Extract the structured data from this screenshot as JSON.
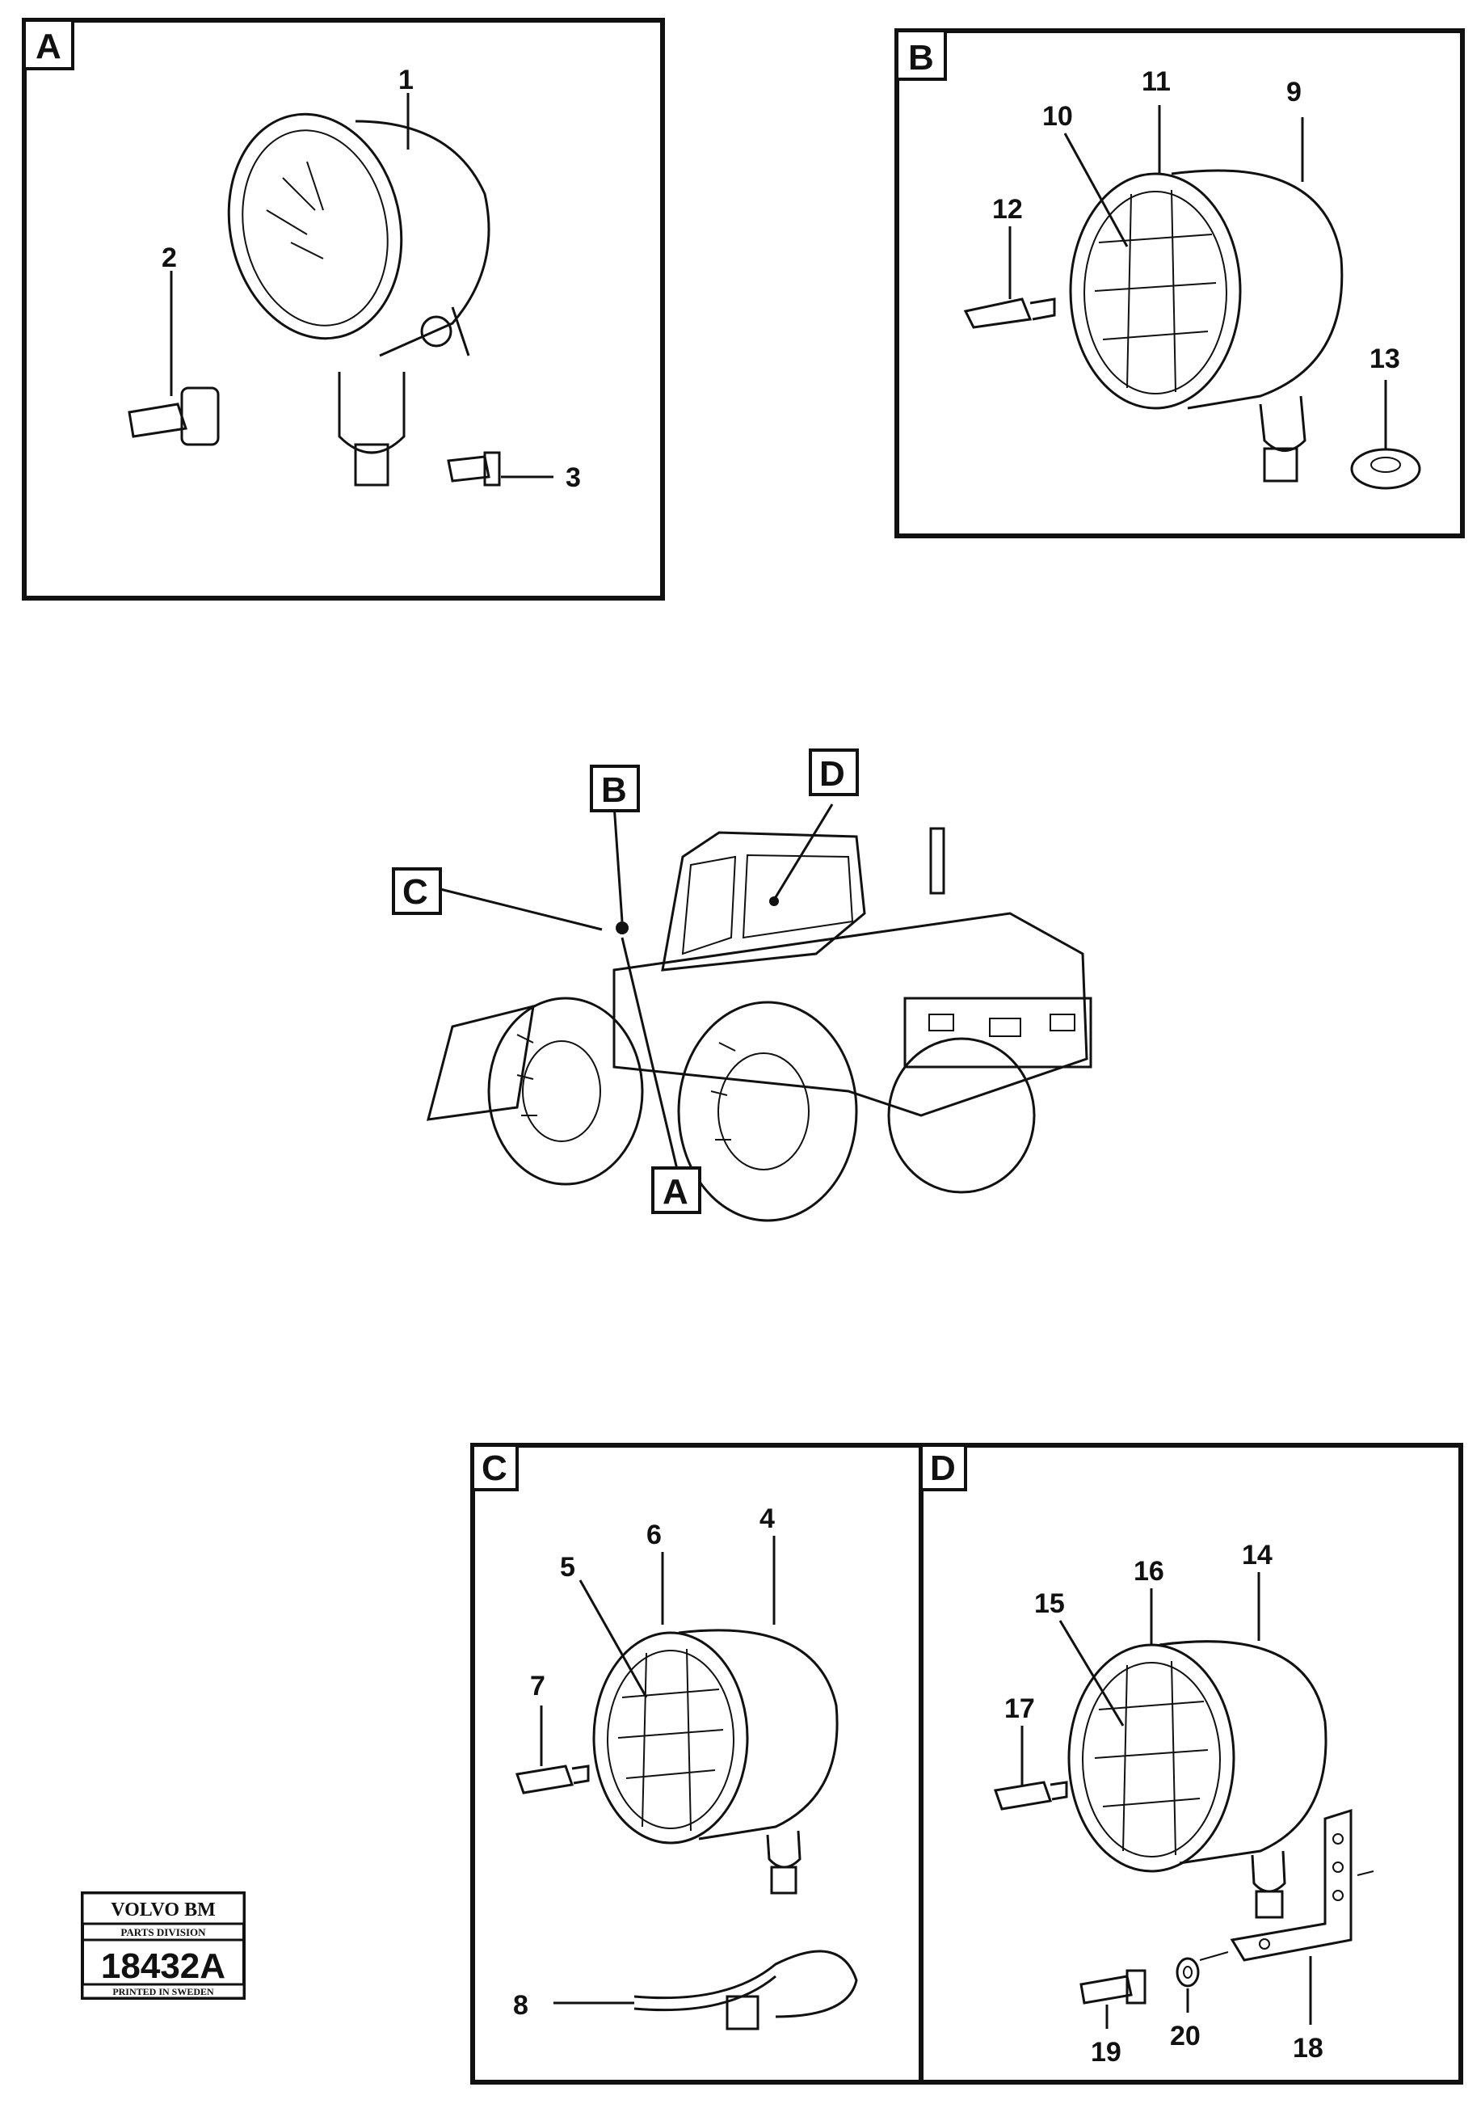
{
  "panels": {
    "A": {
      "label": "A",
      "callouts": [
        "1",
        "2",
        "3"
      ]
    },
    "B": {
      "label": "B",
      "callouts": [
        "9",
        "10",
        "11",
        "12",
        "13"
      ]
    },
    "C": {
      "label": "C",
      "callouts": [
        "4",
        "5",
        "6",
        "7",
        "8"
      ]
    },
    "D": {
      "label": "D",
      "callouts": [
        "14",
        "15",
        "16",
        "17",
        "18",
        "19",
        "20"
      ]
    }
  },
  "overview": {
    "tags": [
      "B",
      "D",
      "C",
      "A"
    ]
  },
  "logo": {
    "brand": "VOLVO BM",
    "division": "PARTS DIVISION",
    "code": "18432A",
    "footer": "PRINTED IN SWEDEN"
  }
}
